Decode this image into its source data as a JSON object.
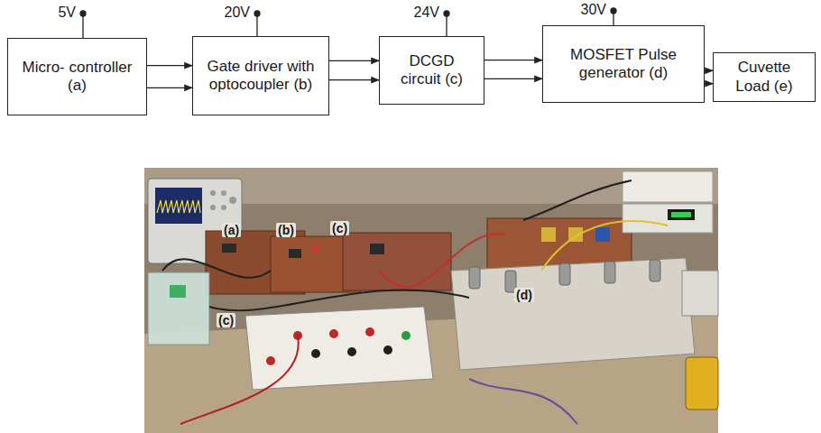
{
  "diagram": {
    "nodes": [
      {
        "text": [
          "Micro- controller (a)"
        ]
      },
      {
        "text": [
          "Gate driver with optocoupler (b)"
        ]
      },
      {
        "text": [
          "DCGD circuit (c)"
        ]
      },
      {
        "text": [
          "MOSFET Pulse generator (d)"
        ]
      },
      {
        "text": [
          "Cuvette Load (e)"
        ]
      }
    ],
    "edges": [
      {
        "from": 0,
        "to": 1,
        "arrow": "to"
      },
      {
        "from": 0,
        "to": 1,
        "arrow": "to"
      },
      {
        "from": 1,
        "to": 2,
        "arrow": "to"
      },
      {
        "from": 1,
        "to": 2,
        "arrow": "to"
      },
      {
        "from": 2,
        "to": 3,
        "arrow": "to"
      },
      {
        "from": 2,
        "to": 3,
        "arrow": "to"
      },
      {
        "from": 3,
        "to": 4,
        "arrow": "to"
      },
      {
        "from": 3,
        "to": 4,
        "arrow": "to"
      }
    ],
    "labels": [
      "5V",
      "20V",
      "24V",
      "30V",
      "(a)",
      "(b)",
      "(c)",
      "(c)",
      "(d)"
    ]
  }
}
